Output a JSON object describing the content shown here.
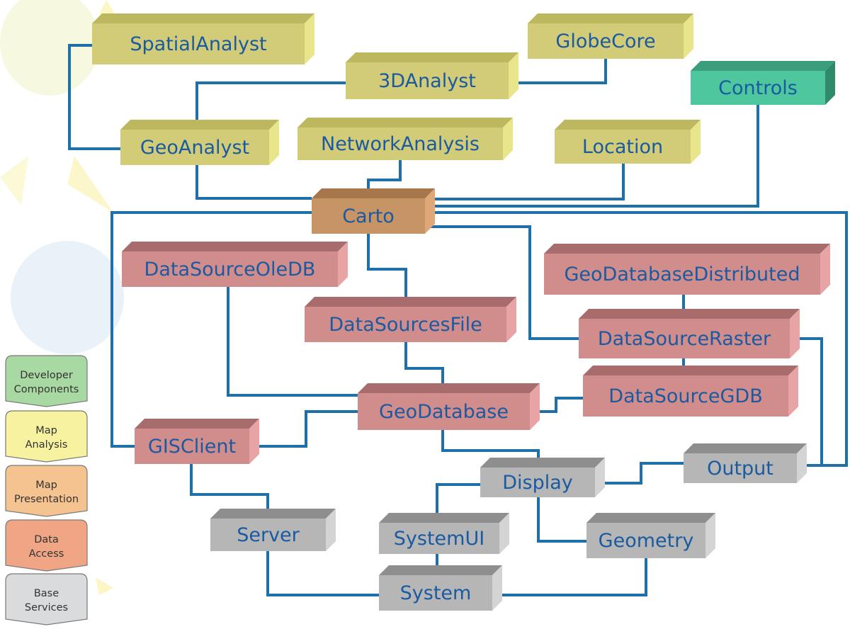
{
  "colors": {
    "connector": "#1f6fa8",
    "label": "#1a5aa0",
    "developer": {
      "front": "#4ec79e",
      "top": "#3a9e7c",
      "side": "#2f8a6a"
    },
    "analysis": {
      "front": "#d2cc78",
      "top": "#bdb760",
      "side": "#e8e58a"
    },
    "presentation": {
      "front": "#c79466",
      "top": "#a8764b",
      "side": "#e0a878"
    },
    "data": {
      "front": "#d18c8c",
      "top": "#a96c6c",
      "side": "#e8a4a4"
    },
    "base": {
      "front": "#b6b6b6",
      "top": "#8e8e8e",
      "side": "#d4d4d4"
    }
  },
  "legend": [
    {
      "label": "Developer\nComponents",
      "category": "developer",
      "fill": "#a9d9a3"
    },
    {
      "label": "Map\nAnalysis",
      "category": "analysis",
      "fill": "#f6f2a0"
    },
    {
      "label": "Map\nPresentation",
      "category": "presentation",
      "fill": "#f5c38f"
    },
    {
      "label": "Data\nAccess",
      "category": "data",
      "fill": "#f0a585"
    },
    {
      "label": "Base\nServices",
      "category": "base",
      "fill": "#d9dbdc"
    }
  ],
  "nodes": [
    {
      "id": "spatialanalyst",
      "label": "SpatialAnalyst",
      "category": "analysis"
    },
    {
      "id": "globecore",
      "label": "GlobeCore",
      "category": "analysis"
    },
    {
      "id": "3danalyst",
      "label": "3DAnalyst",
      "category": "analysis"
    },
    {
      "id": "controls",
      "label": "Controls",
      "category": "developer"
    },
    {
      "id": "geoanalyst",
      "label": "GeoAnalyst",
      "category": "analysis"
    },
    {
      "id": "networkanalysis",
      "label": "NetworkAnalysis",
      "category": "analysis"
    },
    {
      "id": "location",
      "label": "Location",
      "category": "analysis"
    },
    {
      "id": "carto",
      "label": "Carto",
      "category": "presentation"
    },
    {
      "id": "datasourceoledb",
      "label": "DataSourceOleDB",
      "category": "data"
    },
    {
      "id": "geodatabasedistributed",
      "label": "GeoDatabaseDistributed",
      "category": "data"
    },
    {
      "id": "datasourcesfile",
      "label": "DataSourcesFile",
      "category": "data"
    },
    {
      "id": "datasourceraster",
      "label": "DataSourceRaster",
      "category": "data"
    },
    {
      "id": "datasourcegdb",
      "label": "DataSourceGDB",
      "category": "data"
    },
    {
      "id": "geodatabase",
      "label": "GeoDatabase",
      "category": "data"
    },
    {
      "id": "gisclient",
      "label": "GISClient",
      "category": "data"
    },
    {
      "id": "output",
      "label": "Output",
      "category": "base"
    },
    {
      "id": "display",
      "label": "Display",
      "category": "base"
    },
    {
      "id": "server",
      "label": "Server",
      "category": "base"
    },
    {
      "id": "systemui",
      "label": "SystemUI",
      "category": "base"
    },
    {
      "id": "geometry",
      "label": "Geometry",
      "category": "base"
    },
    {
      "id": "system",
      "label": "System",
      "category": "base"
    }
  ],
  "edges": [
    [
      "spatialanalyst",
      "geoanalyst"
    ],
    [
      "3danalyst",
      "geoanalyst"
    ],
    [
      "globecore",
      "3danalyst"
    ],
    [
      "geoanalyst",
      "carto"
    ],
    [
      "networkanalysis",
      "carto"
    ],
    [
      "location",
      "carto"
    ],
    [
      "controls",
      "carto"
    ],
    [
      "carto",
      "gisclient"
    ],
    [
      "carto",
      "output"
    ],
    [
      "carto",
      "datasourcesfile"
    ],
    [
      "carto",
      "datasourceraster"
    ],
    [
      "geodatabasedistributed",
      "datasourceraster"
    ],
    [
      "datasourceraster",
      "datasourcegdb"
    ],
    [
      "datasourceraster",
      "output"
    ],
    [
      "datasourceoledb",
      "geodatabase"
    ],
    [
      "datasourcesfile",
      "geodatabase"
    ],
    [
      "datasourcegdb",
      "geodatabase"
    ],
    [
      "geodatabase",
      "gisclient"
    ],
    [
      "geodatabase",
      "display"
    ],
    [
      "output",
      "display"
    ],
    [
      "display",
      "systemui"
    ],
    [
      "display",
      "geometry"
    ],
    [
      "gisclient",
      "server"
    ],
    [
      "server",
      "system"
    ],
    [
      "systemui",
      "system"
    ],
    [
      "geometry",
      "system"
    ]
  ]
}
